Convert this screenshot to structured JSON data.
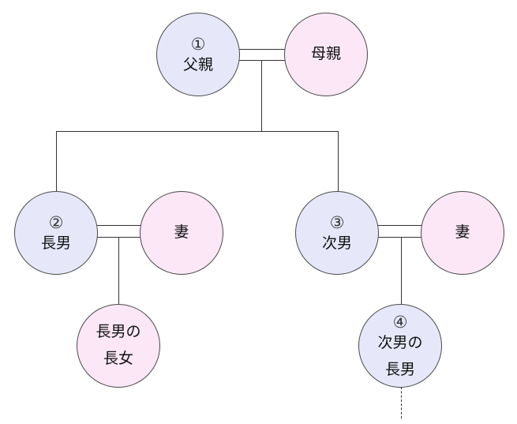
{
  "nodes": {
    "father": {
      "num": "①",
      "label": "父親"
    },
    "mother": {
      "label": "母親"
    },
    "eldest_son": {
      "num": "②",
      "label": "長男"
    },
    "eldest_son_wife": {
      "label": "妻"
    },
    "second_son": {
      "num": "③",
      "label": "次男"
    },
    "second_son_wife": {
      "label": "妻"
    },
    "eldest_daughter_of_eldest_son": {
      "line1": "長男の",
      "line2": "長女"
    },
    "eldest_son_of_second_son": {
      "num": "④",
      "line1": "次男の",
      "line2": "長男"
    }
  },
  "colors": {
    "male": "#e6e8fa",
    "female": "#fbe7f6",
    "stroke": "#4a4a4a"
  }
}
